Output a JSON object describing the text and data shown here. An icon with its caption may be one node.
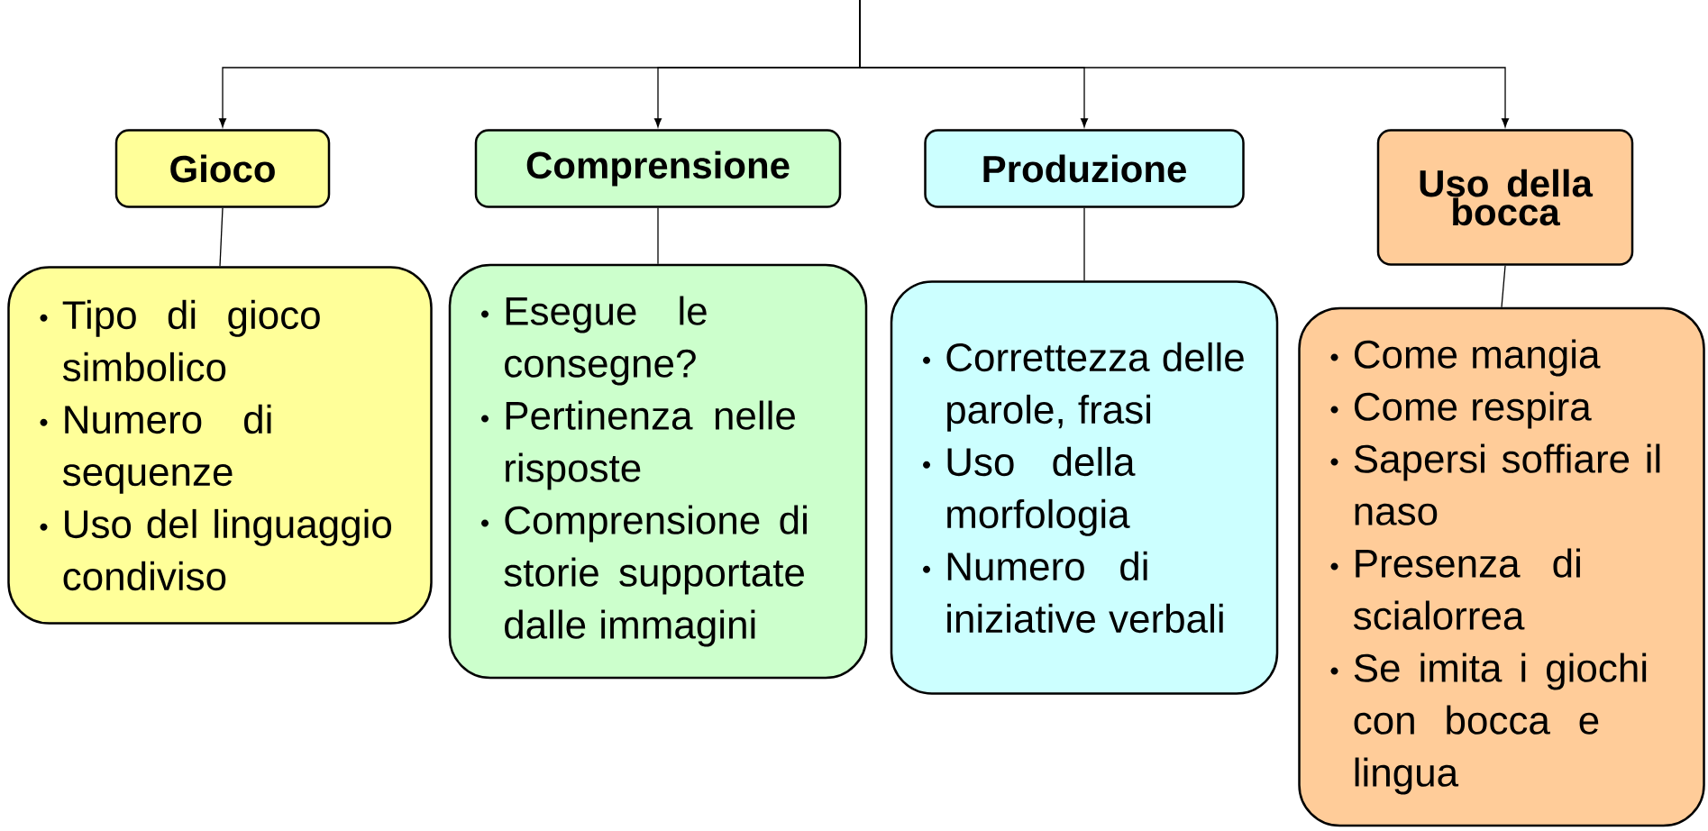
{
  "diagram": {
    "nodes": [
      {
        "text": [
          "Gioco"
        ]
      },
      {
        "text": [
          "Comprensione"
        ]
      },
      {
        "text": [
          "Produzione"
        ]
      },
      {
        "text": [
          "Uso della bocca"
        ]
      },
      {
        "text": [
          "Tipo di gioco simbolico",
          "Numero di sequenze",
          "Uso del linguaggio condiviso"
        ]
      },
      {
        "text": [
          "Esegue le consegne?",
          "Pertinenza nelle risposte",
          "Comprensione di storie supportate dalle immagini"
        ]
      },
      {
        "text": [
          "Correttezza delle parole, frasi",
          "Uso della morfologia",
          "Numero di iniziative verbali"
        ]
      },
      {
        "text": [
          "Come mangia",
          "Come respira",
          "Sapersi soffiare il naso",
          "Presenza di scialorrea",
          "Se imita i giochi con bocca e lingua"
        ]
      }
    ],
    "edges": [
      {
        "from": null,
        "to": 0,
        "arrow": "to"
      },
      {
        "from": null,
        "to": 1,
        "arrow": "to"
      },
      {
        "from": null,
        "to": 2,
        "arrow": "to"
      },
      {
        "from": null,
        "to": 3,
        "arrow": "to"
      },
      {
        "from": 0,
        "to": 4,
        "arrow": "none"
      },
      {
        "from": 1,
        "to": 5,
        "arrow": "none"
      },
      {
        "from": 2,
        "to": 6,
        "arrow": "none"
      },
      {
        "from": 3,
        "to": 7,
        "arrow": "none"
      }
    ]
  }
}
